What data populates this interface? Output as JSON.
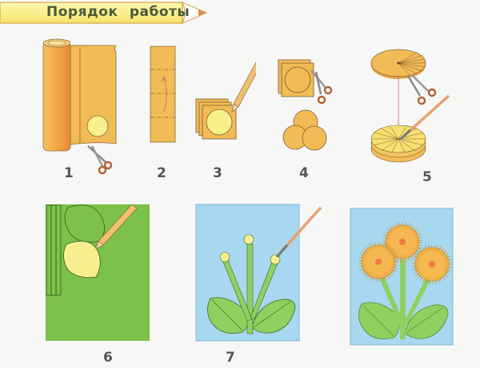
{
  "header": {
    "title": "Порядок   работы",
    "icon": "pencil-icon"
  },
  "steps": [
    {
      "number": "1",
      "description": "paper roll with circle cut by scissors"
    },
    {
      "number": "2",
      "description": "strip folded along dash lines"
    },
    {
      "number": "3",
      "description": "trace circle on folded squares with pencil"
    },
    {
      "number": "4",
      "description": "cut circles with scissors"
    },
    {
      "number": "5",
      "description": "cut fringe, glue circles with brush"
    },
    {
      "number": "6",
      "description": "trace leaves and stems on green paper"
    },
    {
      "number": "7",
      "description": "glue stems and leaves on blue card"
    },
    {
      "number": "",
      "description": "finished flower applique"
    }
  ],
  "colors": {
    "orange": "#f2b84b",
    "yellow": "#f8f08a",
    "green": "#7cc14a",
    "blue": "#a8d8ef",
    "header_yellow": "#f9ef8f"
  }
}
